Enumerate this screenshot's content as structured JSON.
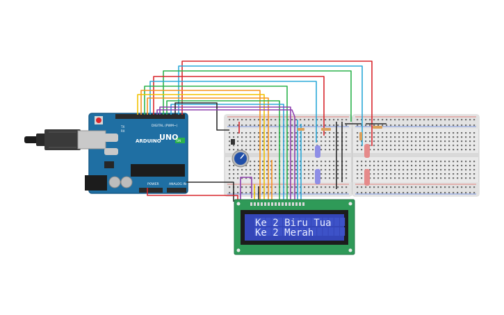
{
  "board": {
    "brand": "ARDUINO",
    "model": "UNO",
    "digital_label": "DIGITAL (PWM~)",
    "power_label": "POWER",
    "analog_label": "ANALOG IN",
    "tx_label": "TX",
    "rx_label": "RX",
    "on_label": "ON"
  },
  "lcd": {
    "line1": "Ke 2 Biru Tua",
    "line2": "Ke 2 Merah",
    "columns": 16,
    "rows": 2
  },
  "colors": {
    "board": "#1f6fa3",
    "board_dark": "#175a87",
    "lcd_pcb": "#2f9a58",
    "lcd_screen": "#3446b8",
    "breadboard": "#e8e8e8",
    "wire_red": "#d9262c",
    "wire_blue": "#2aa8d8",
    "wire_green": "#2bb24c",
    "wire_orange": "#f7941d",
    "wire_yellow": "#f2c200",
    "wire_purple": "#8d3fae",
    "wire_black": "#2b2b2b",
    "led_blue": "#8e8ee6",
    "led_red": "#e58a8a",
    "potentiometer": "#1f4ea8"
  },
  "icons": {
    "usb": "usb-connector-icon",
    "power_jack": "dc-jack-icon",
    "reset": "reset-button-icon",
    "potentiometer": "potentiometer-knob-icon"
  }
}
